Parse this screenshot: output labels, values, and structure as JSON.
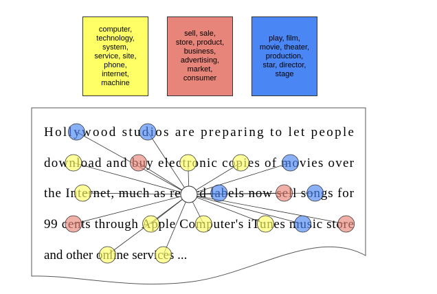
{
  "topics": [
    {
      "words": "computer,\ntechnology,\nsystem,\nservice, site,\nphone,\ninternet,\nmachine",
      "color": "#ffff66"
    },
    {
      "words": "sell, sale,\nstore, product,\nbusiness,\nadvertising,\nmarket,\nconsumer",
      "color": "#e8857a"
    },
    {
      "words": "play, film,\nmovie, theater,\nproduction,\nstar, director,\nstage",
      "color": "#4b86f5"
    }
  ],
  "document": {
    "lines": [
      "Hollywood studios are preparing to let people",
      "download and buy electronic copies of movies over",
      "the Internet, much as record labels now sell songs for",
      "99 cents through Apple Computer's iTunes music store",
      "and other online services ..."
    ]
  },
  "word_topics": [
    {
      "line": 0,
      "frac": 0.105,
      "topic": 2
    },
    {
      "line": 0,
      "frac": 0.335,
      "topic": 2
    },
    {
      "line": 1,
      "frac": 0.095,
      "topic": 0
    },
    {
      "line": 1,
      "frac": 0.305,
      "topic": 1
    },
    {
      "line": 1,
      "frac": 0.465,
      "topic": 0
    },
    {
      "line": 1,
      "frac": 0.635,
      "topic": 0
    },
    {
      "line": 1,
      "frac": 0.795,
      "topic": 2
    },
    {
      "line": 2,
      "frac": 0.125,
      "topic": 0
    },
    {
      "line": 2,
      "frac": 0.565,
      "topic": 2
    },
    {
      "line": 2,
      "frac": 0.775,
      "topic": 1
    },
    {
      "line": 2,
      "frac": 0.875,
      "topic": 2
    },
    {
      "line": 3,
      "frac": 0.095,
      "topic": 1
    },
    {
      "line": 3,
      "frac": 0.345,
      "topic": 0
    },
    {
      "line": 3,
      "frac": 0.515,
      "topic": 0
    },
    {
      "line": 3,
      "frac": 0.715,
      "topic": 0
    },
    {
      "line": 3,
      "frac": 0.835,
      "topic": 2
    },
    {
      "line": 3,
      "frac": 0.975,
      "topic": 1
    },
    {
      "line": 4,
      "frac": 0.205,
      "topic": 0
    },
    {
      "line": 4,
      "frac": 0.385,
      "topic": 0
    }
  ]
}
